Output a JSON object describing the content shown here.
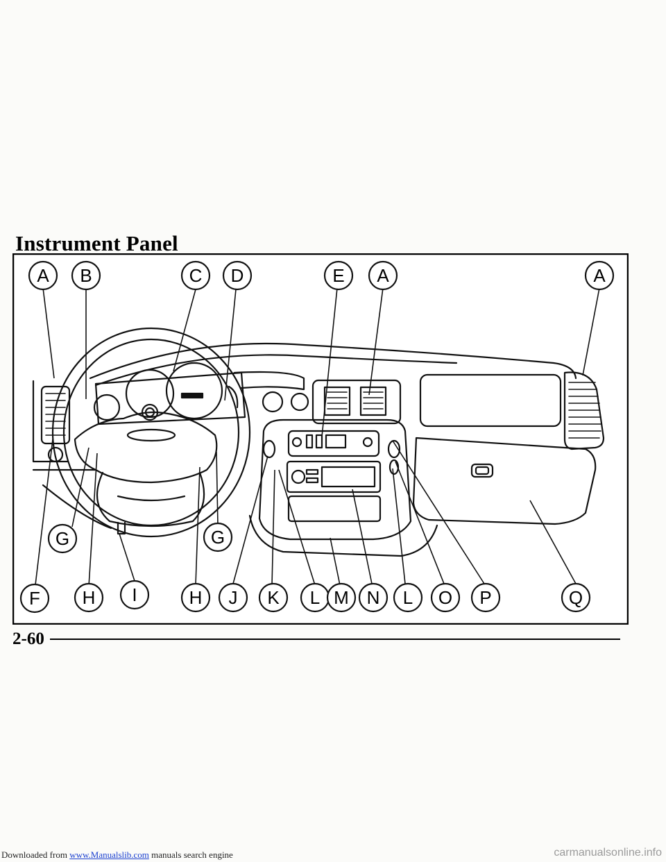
{
  "page": {
    "title": "Instrument Panel",
    "page_number": "2-60"
  },
  "callouts": {
    "top": [
      "A",
      "B",
      "C",
      "D",
      "E",
      "A",
      "A"
    ],
    "middle": [
      "G",
      "G"
    ],
    "bottom": [
      "F",
      "H",
      "I",
      "H",
      "J",
      "K",
      "L",
      "M",
      "N",
      "L",
      "O",
      "P",
      "Q"
    ]
  },
  "footer": {
    "prefix": "Downloaded from ",
    "link": "www.Manualslib.com",
    "suffix": " manuals search engine"
  },
  "watermark": "carmanualsonline.info"
}
